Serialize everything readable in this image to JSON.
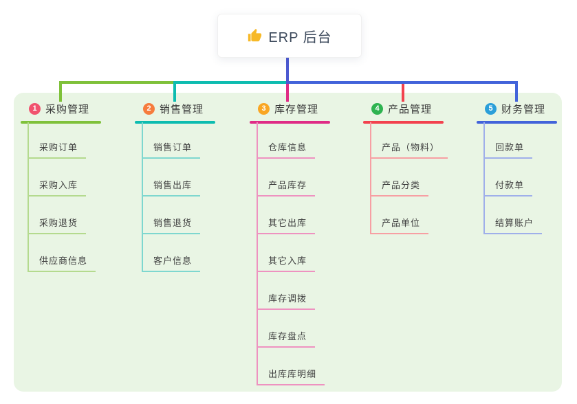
{
  "root": {
    "title": "ERP 后台",
    "icon": "thumbs-up-icon"
  },
  "branches": [
    {
      "num": "1",
      "label": "采购管理",
      "badge_color": "#f1536e",
      "line_color": "#7fc13a",
      "light_line_color": "#b4da8e",
      "children": [
        "采购订单",
        "采购入库",
        "采购退货",
        "供应商信息"
      ]
    },
    {
      "num": "2",
      "label": "销售管理",
      "badge_color": "#f67c3d",
      "line_color": "#0dbcb0",
      "light_line_color": "#7ed7cf",
      "children": [
        "销售订单",
        "销售出库",
        "销售退货",
        "客户信息"
      ]
    },
    {
      "num": "3",
      "label": "库存管理",
      "badge_color": "#f9a623",
      "line_color": "#df2c86",
      "light_line_color": "#ee92c0",
      "children": [
        "仓库信息",
        "产品库存",
        "其它出库",
        "其它入库",
        "库存调拨",
        "库存盘点",
        "出库库明细"
      ]
    },
    {
      "num": "4",
      "label": "产品管理",
      "badge_color": "#2eb350",
      "line_color": "#f2424e",
      "light_line_color": "#f79fa3",
      "children": [
        "产品（物料）",
        "产品分类",
        "产品单位"
      ]
    },
    {
      "num": "5",
      "label": "财务管理",
      "badge_color": "#2b9fd9",
      "line_color": "#4263da",
      "light_line_color": "#9fafea",
      "children": [
        "回款单",
        "付款单",
        "结算账户"
      ]
    }
  ],
  "colors": {
    "canvas_bg": "#e9f5e4",
    "root_connector": "#4c59d1",
    "thumb_icon": "#f7b928"
  }
}
